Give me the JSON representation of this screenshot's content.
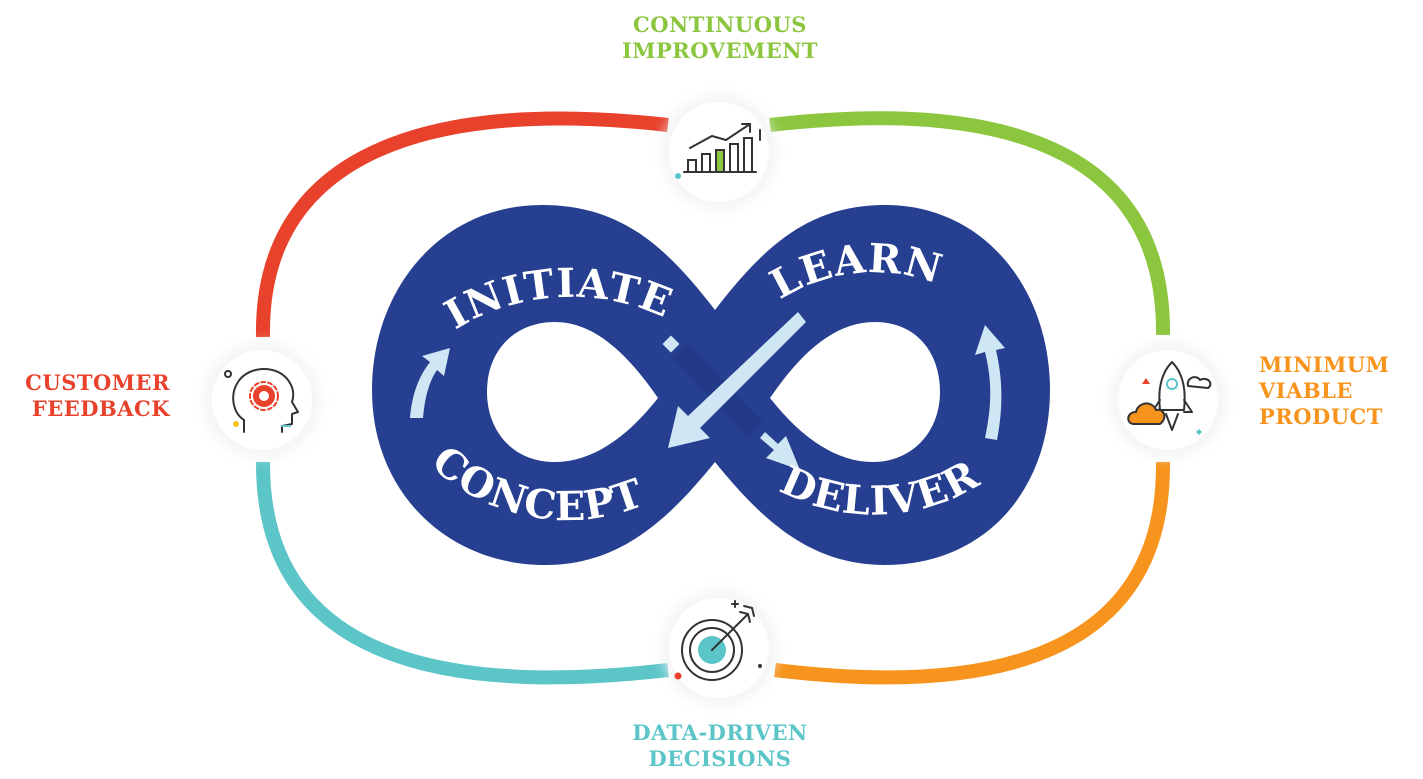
{
  "stages": {
    "continuous_improvement": {
      "line1": "CONTINUOUS",
      "line2": "IMPROVEMENT",
      "color": "#8cc63f"
    },
    "minimum_viable_product": {
      "line1": "MINIMUM",
      "line2": "VIABLE",
      "line3": "PRODUCT",
      "color": "#f7941d"
    },
    "data_driven_decisions": {
      "line1": "DATA-DRIVEN",
      "line2": "DECISIONS",
      "color": "#5bc5c8"
    },
    "customer_feedback": {
      "line1": "CUSTOMER",
      "line2": "FEEDBACK",
      "color": "#e8412c"
    }
  },
  "loop": {
    "initiate": "INITIATE",
    "learn": "LEARN",
    "concept": "CONCEPT",
    "deliver": "DELIVER",
    "color": "#263f91",
    "arrow_color": "#cfe6f5"
  },
  "icons": {
    "top": "growth-chart-icon",
    "right": "rocket-cloud-icon",
    "bottom": "target-dart-icon",
    "left": "head-gear-icon"
  }
}
